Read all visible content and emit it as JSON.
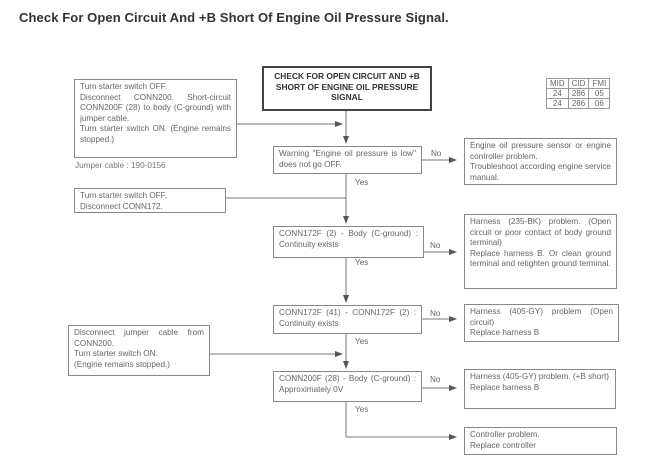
{
  "title": "Check For Open Circuit And +B Short Of Engine Oil Pressure Signal.",
  "start_box": [
    "CHECK FOR OPEN CIRCUIT AND +B",
    "SHORT OF ENGINE OIL PRESSURE",
    "SIGNAL"
  ],
  "code_table": {
    "headers": [
      "MID",
      "CID",
      "FMI"
    ],
    "rows": [
      [
        "24",
        "286",
        "05"
      ],
      [
        "24",
        "286",
        "06"
      ]
    ]
  },
  "prep_steps": [
    {
      "lines": [
        "Turn starter switch OFF.",
        "Disconnect CONN200. Short-circuit CONN200F (28) to body (C-ground) with jumper cable.",
        "Turn starter switch ON. (Engine remains stopped.)"
      ],
      "note": "Jumper cable : 190-0156"
    },
    {
      "lines": [
        "Turn starter switch OFF.",
        "Disconnect CONN172."
      ]
    },
    {
      "lines": [
        "Disconnect jumper cable from CONN200.",
        "Turn starter switch ON.",
        "(Engine remains stopped.)"
      ]
    }
  ],
  "checks": [
    {
      "text": "Warning \"Engine oil pressure is low\" does not go OFF.",
      "no": "No",
      "yes": "Yes"
    },
    {
      "text": "CONN172F (2) - Body (C-ground) : Continuity exists",
      "no": "No",
      "yes": "Yes"
    },
    {
      "text": "CONN172F (41) - CONN172F (2) : Continuity exists",
      "no": "No",
      "yes": "Yes"
    },
    {
      "text": "CONN200F (28) - Body (C-ground) : Approximately 0V",
      "no": "No",
      "yes": "Yes"
    }
  ],
  "results": [
    {
      "lines": [
        "Engine oil pressure sensor or engine controller problem.",
        "Troubleshoot according engine service manual."
      ]
    },
    {
      "lines": [
        "Harness (235-BK) problem. (Open circuit or poor contact of body ground terminal)",
        "Replace harness B. Or clean ground terminal and retighten ground terminal."
      ]
    },
    {
      "lines": [
        "Harness (405-GY) problem (Open circuit)",
        "Replace harness B"
      ]
    },
    {
      "lines": [
        "Harness (405-GY) problem. (+B short)",
        "Replace harness B"
      ]
    },
    {
      "lines": [
        "Controller problem.",
        "Replace controller"
      ]
    }
  ]
}
